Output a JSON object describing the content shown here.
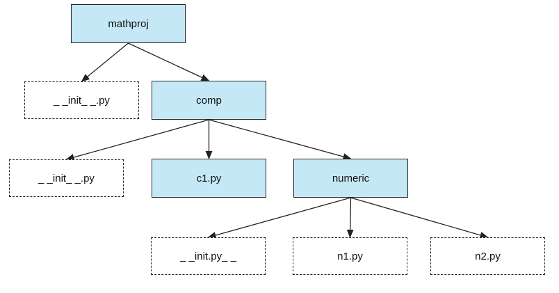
{
  "theme": {
    "dir_fill": "#c5e8f7",
    "line_color": "#222222"
  },
  "nodes": {
    "mathproj": {
      "label": "mathproj",
      "kind": "directory"
    },
    "init_top": {
      "label": "_ _init_ _.py",
      "kind": "file"
    },
    "comp": {
      "label": "comp",
      "kind": "directory"
    },
    "init_comp": {
      "label": "_ _init_ _.py",
      "kind": "file"
    },
    "c1": {
      "label": "c1.py",
      "kind": "directory"
    },
    "numeric": {
      "label": "numeric",
      "kind": "directory"
    },
    "init_numeric": {
      "label": "_ _init.py_ _",
      "kind": "file"
    },
    "n1": {
      "label": "n1.py",
      "kind": "file"
    },
    "n2": {
      "label": "n2.py",
      "kind": "file"
    }
  },
  "edges": [
    {
      "from": "mathproj",
      "to": "init_top"
    },
    {
      "from": "mathproj",
      "to": "comp"
    },
    {
      "from": "comp",
      "to": "init_comp"
    },
    {
      "from": "comp",
      "to": "c1"
    },
    {
      "from": "comp",
      "to": "numeric"
    },
    {
      "from": "numeric",
      "to": "init_numeric"
    },
    {
      "from": "numeric",
      "to": "n1"
    },
    {
      "from": "numeric",
      "to": "n2"
    }
  ]
}
